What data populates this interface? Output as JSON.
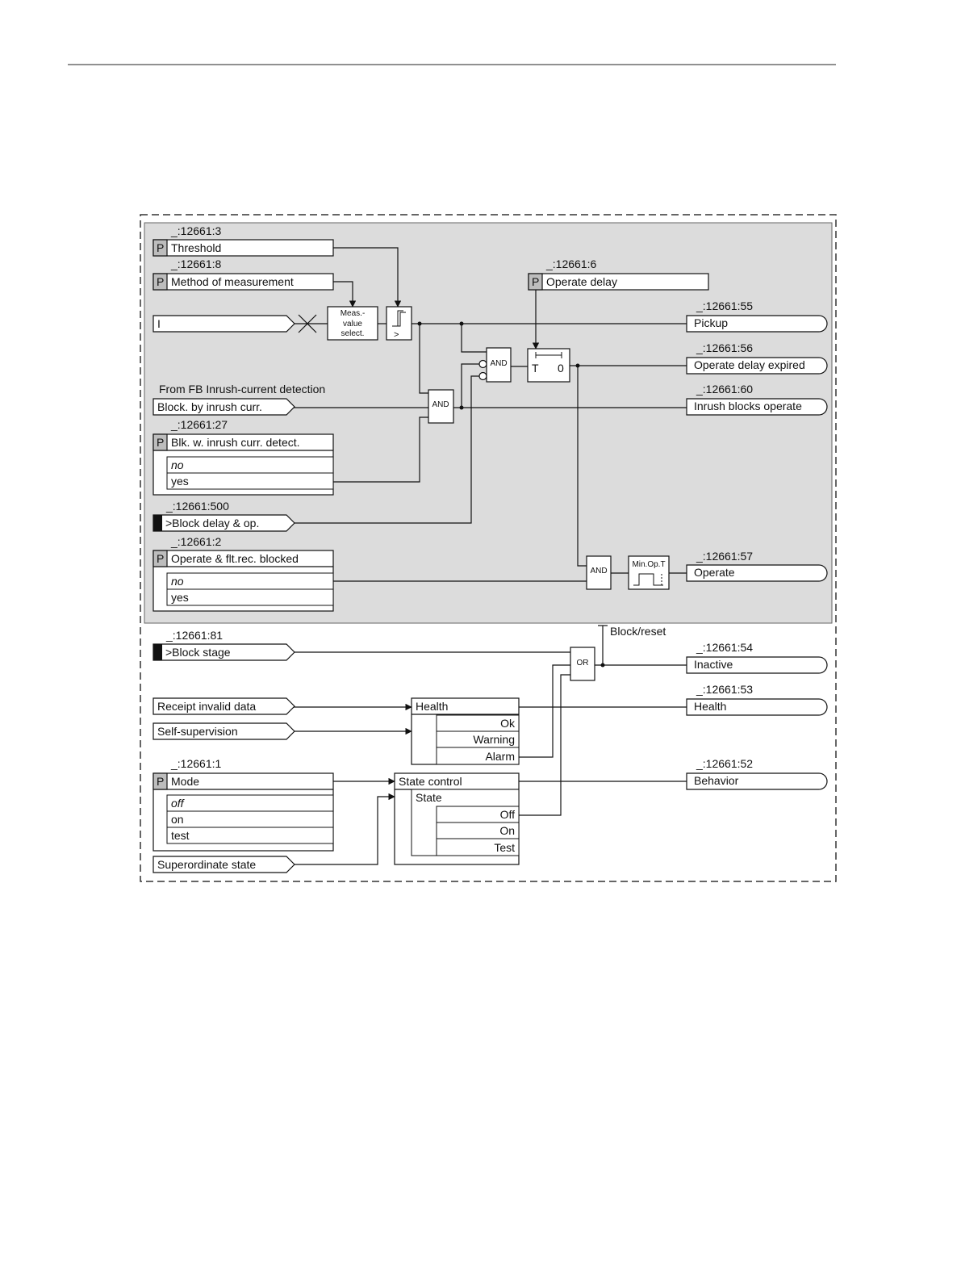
{
  "params": {
    "threshold": {
      "id": "_:12661:3",
      "label": "Threshold"
    },
    "method": {
      "id": "_:12661:8",
      "label": "Method of measurement"
    },
    "operate_delay": {
      "id": "_:12661:6",
      "label": "Operate delay"
    },
    "blk_inrush": {
      "id": "_:12661:27",
      "label": "Blk. w. inrush curr. detect.",
      "opt_no": "no",
      "opt_yes": "yes"
    },
    "op_flt_blocked": {
      "id": "_:12661:2",
      "label": "Operate & flt.rec. blocked",
      "opt_no": "no",
      "opt_yes": "yes"
    },
    "mode": {
      "id": "_:12661:1",
      "label": "Mode",
      "opt_off": "off",
      "opt_on": "on",
      "opt_test": "test"
    }
  },
  "p_tag": "P",
  "inputs": {
    "current": "I",
    "inrush_note": "From FB Inrush-current detection",
    "block_inrush": "Block. by inrush curr.",
    "block_delay": {
      "id": "_:12661:500",
      "label": ">Block delay & op."
    },
    "block_stage": {
      "id": "_:12661:81",
      "label": ">Block stage"
    },
    "receipt_invalid": "Receipt invalid data",
    "self_supervision": "Self-supervision",
    "superordinate": "Superordinate state"
  },
  "outputs": {
    "pickup": {
      "id": "_:12661:55",
      "label": "Pickup"
    },
    "op_delay_expired": {
      "id": "_:12661:56",
      "label": "Operate delay expired"
    },
    "inrush_blocks": {
      "id": "_:12661:60",
      "label": "Inrush blocks operate"
    },
    "operate": {
      "id": "_:12661:57",
      "label": "Operate"
    },
    "inactive": {
      "id": "_:12661:54",
      "label": "Inactive"
    },
    "health": {
      "id": "_:12661:53",
      "label": "Health"
    },
    "behavior": {
      "id": "_:12661:52",
      "label": "Behavior"
    }
  },
  "blocks": {
    "meas_l1": "Meas.-",
    "meas_l2": "value",
    "meas_l3": "select.",
    "compare_symbol": ">",
    "and": "AND",
    "or": "OR",
    "timer_t": "T",
    "timer_0": "0",
    "min_op": "Min.Op.T",
    "block_reset": "Block/reset"
  },
  "health_box": {
    "title": "Health",
    "ok": "Ok",
    "warning": "Warning",
    "alarm": "Alarm"
  },
  "state_box": {
    "title": "State control",
    "state": "State",
    "off": "Off",
    "on": "On",
    "test": "Test"
  }
}
